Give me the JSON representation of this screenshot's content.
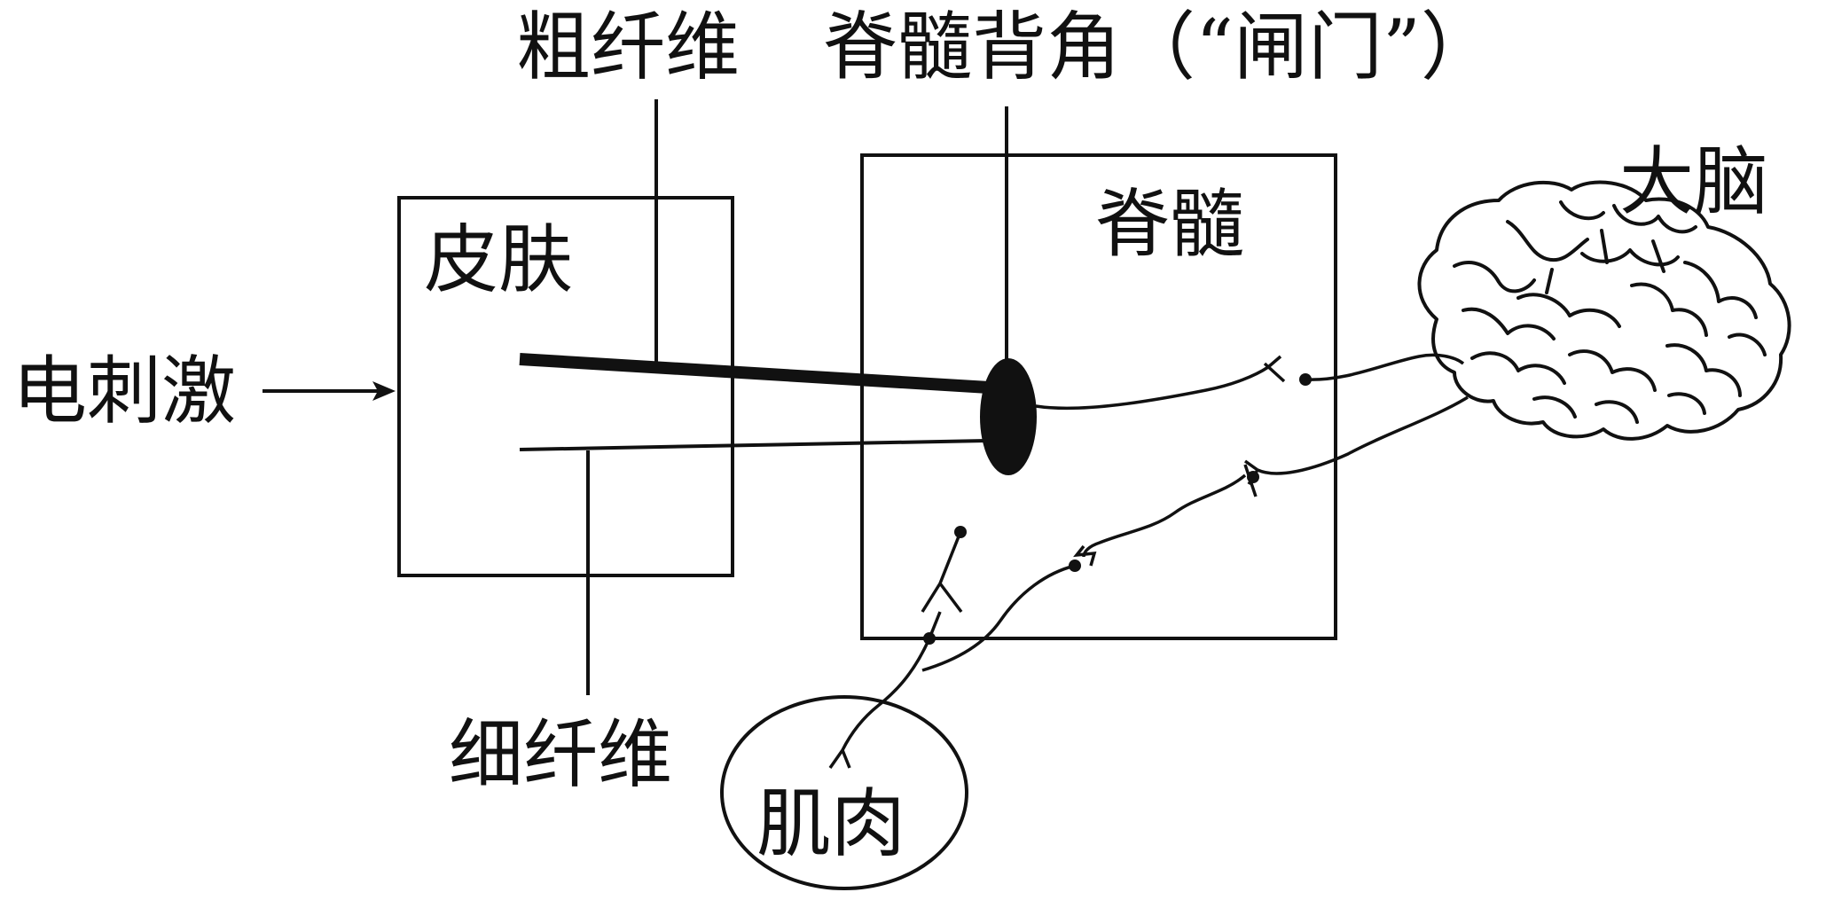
{
  "labels": {
    "thick_fiber": "粗纤维",
    "dorsal_horn": "脊髓背角（“闸门”）",
    "skin": "皮肤",
    "spinal_cord": "脊髓",
    "brain": "大脑",
    "stimulus": "电刺激",
    "thin_fiber": "细纤维",
    "muscle": "肌肉"
  },
  "colors": {
    "ink": "#111111",
    "background": "#ffffff"
  },
  "icons": {
    "brain": "brain-icon",
    "stimulus_arrow": "arrow-right-icon"
  }
}
